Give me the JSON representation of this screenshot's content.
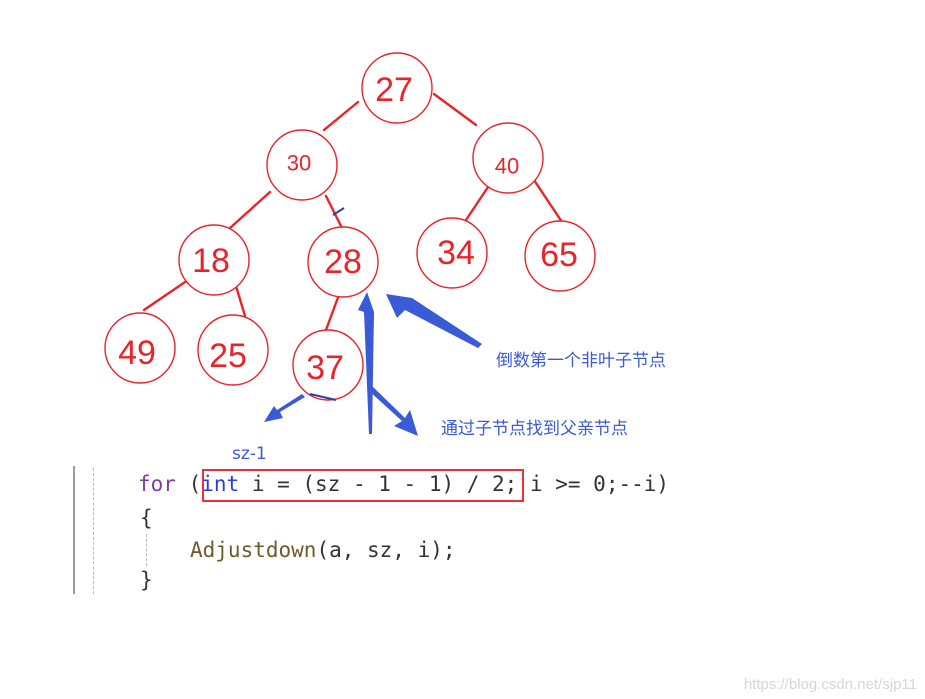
{
  "tree": {
    "nodes": [
      {
        "id": "n27",
        "label": "27"
      },
      {
        "id": "n30",
        "label": "30"
      },
      {
        "id": "n40",
        "label": "40"
      },
      {
        "id": "n18",
        "label": "18"
      },
      {
        "id": "n28",
        "label": "28"
      },
      {
        "id": "n34",
        "label": "34"
      },
      {
        "id": "n65",
        "label": "65"
      },
      {
        "id": "n49",
        "label": "49"
      },
      {
        "id": "n25",
        "label": "25"
      },
      {
        "id": "n37",
        "label": "37"
      }
    ],
    "edges": [
      [
        "n27",
        "n30"
      ],
      [
        "n27",
        "n40"
      ],
      [
        "n30",
        "n18"
      ],
      [
        "n30",
        "n28"
      ],
      [
        "n40",
        "n34"
      ],
      [
        "n40",
        "n65"
      ],
      [
        "n18",
        "n49"
      ],
      [
        "n18",
        "n25"
      ],
      [
        "n28",
        "n37"
      ]
    ]
  },
  "annotations": {
    "last_non_leaf": "倒数第一个非叶子节点",
    "child_to_parent": "通过子节点找到父亲节点",
    "sz_minus_1": "sz-1"
  },
  "code": {
    "line1": {
      "kw": "for",
      "p1": " (",
      "ty": "int",
      "rest": " i = (sz - 1 - 1) / 2; i >= 0;--i)"
    },
    "line2": "{",
    "line3": {
      "fn": "Adjustdown",
      "rest": "(a, sz, i);"
    },
    "line4": "}"
  },
  "watermark": "https://blog.csdn.net/sjp11",
  "colors": {
    "node": "#e8242a",
    "arrow": "#3a5ad6",
    "highlight_box": "#e63338"
  }
}
